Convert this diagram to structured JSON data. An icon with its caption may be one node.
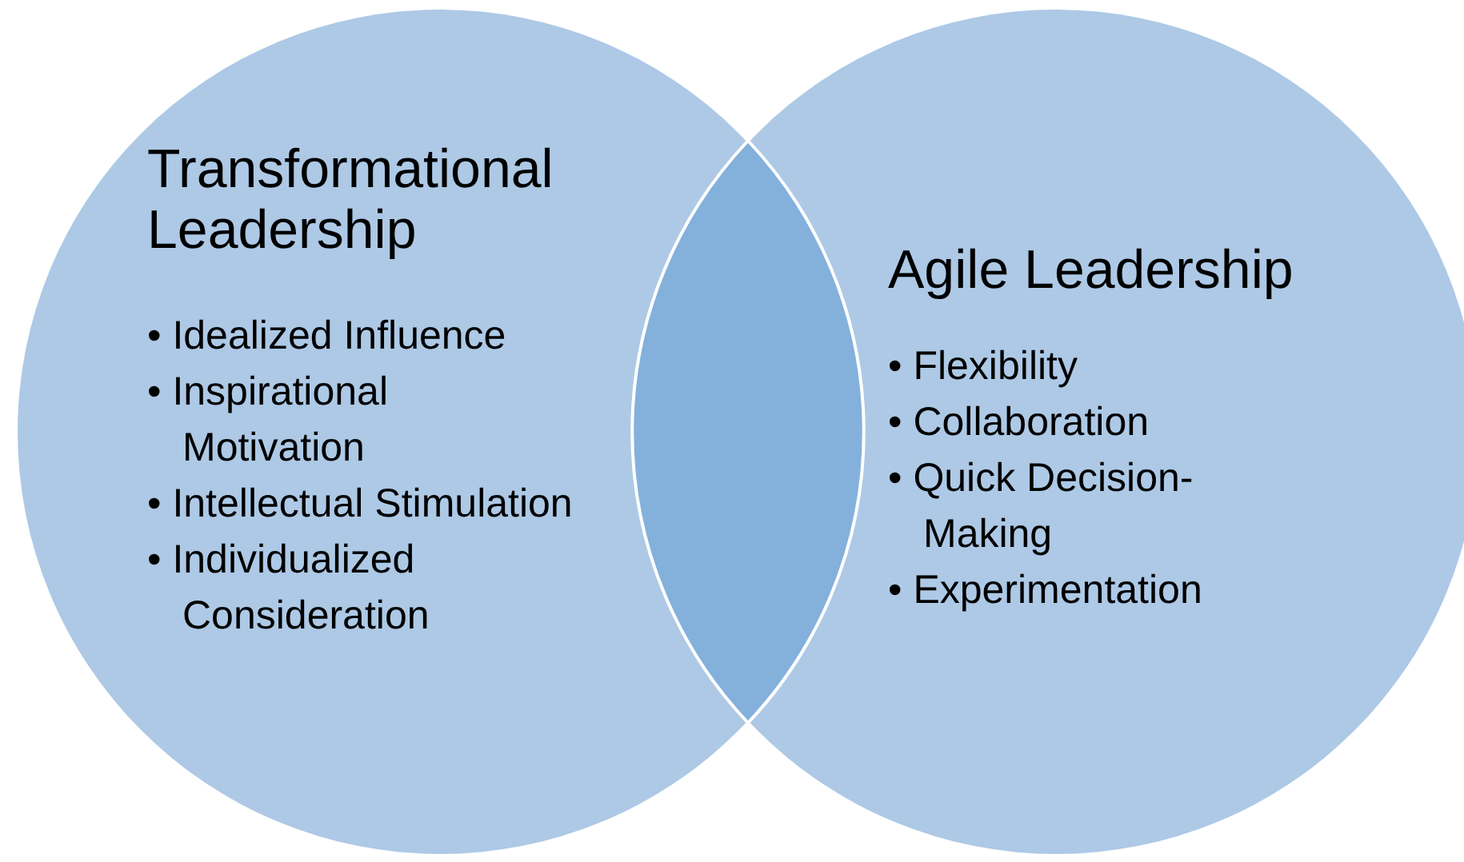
{
  "diagram": {
    "nodes": [
      {
        "text": [
          "Transformational Leadership",
          "• Idealized Influence",
          "• Inspirational Motivation",
          "• Intellectual Stimulation",
          "• Individualized Consideration"
        ]
      },
      {
        "text": [
          "Agile Leadership",
          "• Flexibility",
          "• Collaboration",
          "• Quick Decision-Making",
          "• Experimentation"
        ]
      }
    ]
  }
}
